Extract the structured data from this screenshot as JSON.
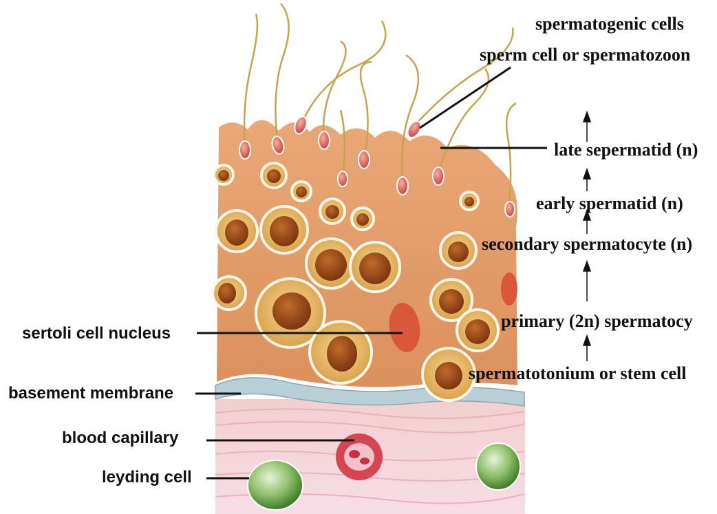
{
  "labels": {
    "spermatogenic_cells": "spermatogenic cells",
    "sperm_cell": "sperm cell or spermatozoon",
    "late_spermatid": "late sepermatid (n)",
    "early_spermatid": "early spermatid (n)",
    "secondary_spermatocyte": "secondary spermatocyte (n)",
    "primary_spermatocyte": "primary (2n) spermatocy",
    "spermatogonium": "spermatotonium or stem cell",
    "sertoli_nucleus": "sertoli cell nucleus",
    "basement_membrane": "basement membrane",
    "blood_capillary": "blood  capillary",
    "leydig_cell": "leyding cell"
  }
}
